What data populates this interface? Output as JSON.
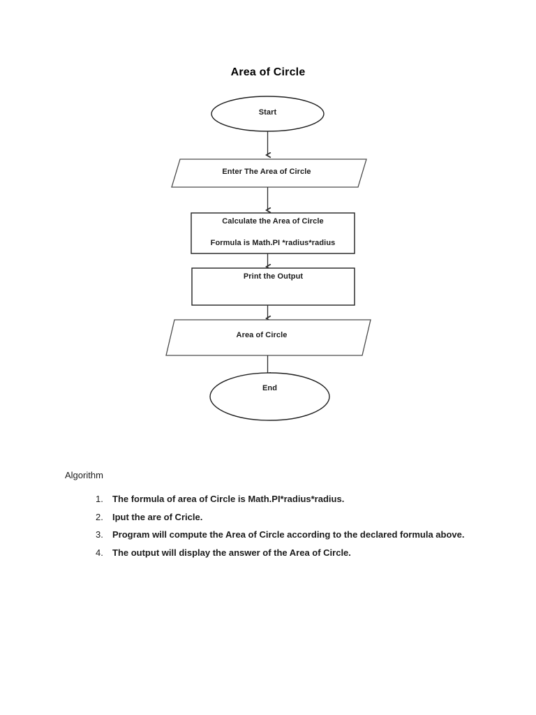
{
  "document": {
    "title": "Area of Circle"
  },
  "flowchart": {
    "type": "flowchart",
    "nodes": [
      {
        "id": "start",
        "shape": "terminator",
        "label": "Start"
      },
      {
        "id": "input",
        "shape": "parallelogram",
        "label": "Enter The Area of Circle"
      },
      {
        "id": "calc",
        "shape": "process",
        "label_line1": "Calculate the Area of Circle",
        "label_line2": "Formula is Math.PI *radius*radius"
      },
      {
        "id": "print",
        "shape": "process",
        "label": "Print the Output"
      },
      {
        "id": "output",
        "shape": "parallelogram",
        "label": "Area of Circle"
      },
      {
        "id": "end",
        "shape": "terminator",
        "label": "End"
      }
    ],
    "edges": [
      {
        "from": "start",
        "to": "input"
      },
      {
        "from": "input",
        "to": "calc"
      },
      {
        "from": "calc",
        "to": "print"
      },
      {
        "from": "print",
        "to": "output"
      },
      {
        "from": "output",
        "to": "end"
      }
    ],
    "stroke_color": "#2b2b2b",
    "fill_color": "#ffffff"
  },
  "algorithm": {
    "heading": "Algorithm",
    "steps": [
      "The formula of area of Circle is Math.PI*radius*radius.",
      "Iput the are of Cricle.",
      "Program will compute the Area of Circle according to the declared formula above.",
      "The output will display the answer of the  Area of Circle."
    ]
  }
}
